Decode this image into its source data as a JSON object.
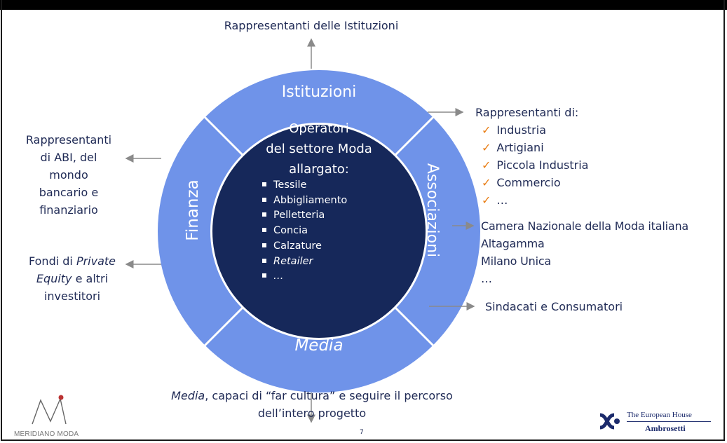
{
  "ring": {
    "top": "Istituzioni",
    "left": "Finanza",
    "right": "Associazioni",
    "bottom": "Media"
  },
  "center": {
    "heading": [
      "Operatori",
      "del settore Moda",
      "allargato:"
    ],
    "items": [
      "Tessile",
      "Abbigliamento",
      "Pelletteria",
      "Concia",
      "Calzature",
      "Retailer",
      "…"
    ]
  },
  "istituzioni_text": "Rappresentanti delle Istituzioni",
  "finanza_abi": [
    "Rappresentanti",
    "di ABI, del",
    "mondo",
    "bancario e",
    "finanziario"
  ],
  "finanza_fondi": {
    "prefix": "Fondi di ",
    "italic": "Private",
    "line2_italic": "Equity",
    "line2_rest": " e altri",
    "line3": "investitori"
  },
  "associazioni": {
    "title": "Rappresentanti di:",
    "items": [
      "Industria",
      "Artigiani",
      "Piccola Industria",
      "Commercio",
      "…"
    ],
    "check": "✓",
    "others": [
      "Camera Nazionale della Moda italiana",
      "Altagamma",
      "Milano Unica",
      "…"
    ],
    "sindacati": "Sindacati e Consumatori"
  },
  "media_text": {
    "italic": "Media",
    "rest1": ", capaci di “far cultura” e seguire il percorso",
    "line2": "dell’intero progetto"
  },
  "footer": {
    "page_number": "7",
    "left_logo": "MERIDIANO MODA",
    "right_logo_line1": "The European House",
    "right_logo_line2": "Ambrosetti"
  },
  "colors": {
    "ring": "#6f93e9",
    "core": "#16285a",
    "text": "#1f2a55",
    "check": "#e97d13",
    "arrow": "#8a8a8a"
  }
}
